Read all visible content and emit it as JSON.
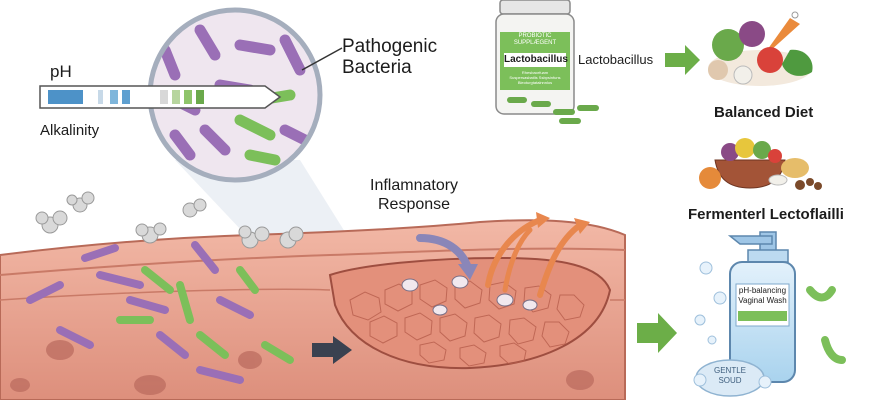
{
  "labels": {
    "ph": "pH",
    "alkalinity": "Alkalinity",
    "pathogenic_bacteria": [
      "Pathogenic",
      "Bacteria"
    ],
    "inflammatory_response": [
      "Inflamnatory",
      "Response"
    ],
    "lactobacillus": "Lactobacillus",
    "balanced_diet": "Balanced Diet",
    "fermented": "Fermenterl Lectoflailli"
  },
  "probiotic_bottle": {
    "header": [
      "PROBIOTIC",
      "SUPPLÆGENT"
    ],
    "name": "Lactobacillus",
    "fine_print": [
      "Rhesbaorfuam",
      "Suspersasbatlis Ssbpsinfuns",
      "Bleoturgtatalnnnlos"
    ]
  },
  "wash_bottle": {
    "label": [
      "pH-balancing",
      "Vaginal Wash"
    ]
  },
  "soap": [
    "GENTLE",
    "SOUD"
  ],
  "colors": {
    "skin": "#e8a593",
    "pathogen": "#9a6fb6",
    "lactobacillus": "#7cbf5a",
    "arrow_green": "#6cae48",
    "arrow_orange": "#e8874e",
    "arrow_purple": "#8a86b8"
  }
}
